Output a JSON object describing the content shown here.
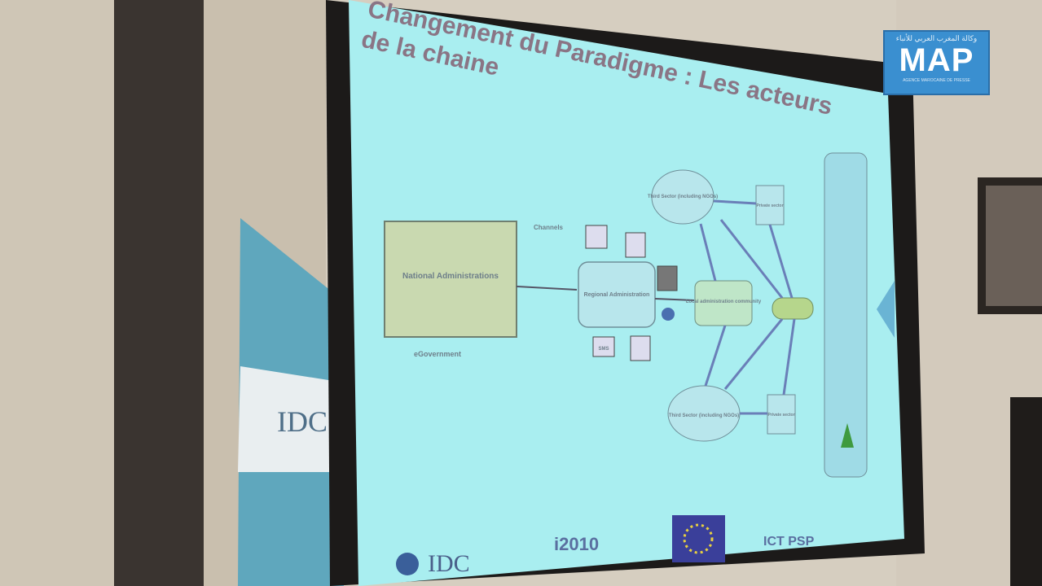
{
  "slide": {
    "title_line1": "Changement du Paradigme : Les acteurs",
    "title_line2": "de la chaine",
    "nodes": {
      "national": "National Administrations",
      "egov": "eGovernment",
      "channels": "Channels",
      "regional": "Regional Administration",
      "local": "Local administration community",
      "third_top": "Third Sector (including NGOs)",
      "third_bottom": "Third Sector (including NGOs)",
      "private_top": "Private sector",
      "private_bottom": "Private sector",
      "sms": "SMS"
    },
    "footer_logos": [
      "IDC",
      "i2010",
      "ICT PSP"
    ]
  },
  "banner": {
    "text": "IDC"
  },
  "watermark": {
    "text": "MAP",
    "arabic": "وكالة المغرب العربي للأنباء",
    "subtitle": "AGENCE MAROCAINE DE PRESSE"
  },
  "colors": {
    "slide_bg": "#a9eef0",
    "wall": "#d8d0c2",
    "logo_blue": "#3a8fd0"
  }
}
